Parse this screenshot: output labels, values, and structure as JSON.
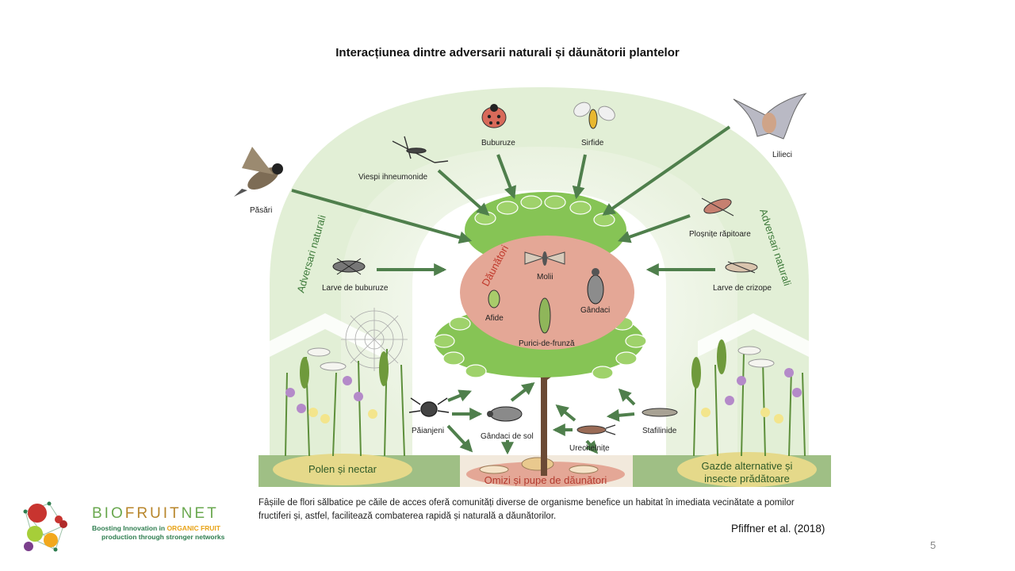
{
  "title": "Interacțiunea dintre adversarii naturali și dăunătorii plantelor",
  "side_label_left": "Adversari naturali",
  "side_label_right": "Adversari naturali",
  "natural_enemies": {
    "pasari": "Păsări",
    "viespi": "Viespi ihneumonide",
    "buburuze": "Buburuze",
    "sirfide": "Sirfide",
    "lilieci": "Lilieci",
    "plosnite": "Ploșnițe răpitoare",
    "larve_buburuze": "Larve de buburuze",
    "larve_crizope": "Larve de crizope",
    "paianjeni": "Păianjeni",
    "gandaci_sol": "Gândaci de sol",
    "urechelnite": "Urechelnițe",
    "stafilinide": "Stafilinide"
  },
  "pests": {
    "title": "Dăunători",
    "molii": "Molii",
    "afide": "Afide",
    "gandaci": "Gândaci",
    "purici": "Purici-de-frunză"
  },
  "base": {
    "left": "Polen și nectar",
    "center": "Omizi și pupe de dăunători",
    "right_line1": "Gazde alternative și",
    "right_line2": "insecte prădătoare"
  },
  "caption": {
    "line1": "Fâșiile de flori sălbatice pe căile de acces oferă comunități diverse de organisme benefice un habitat în imediata vecinătate a pomilor",
    "line2": "fructiferi și, astfel, facilitează combaterea rapidă și naturală a dăunătorilor."
  },
  "citation": "Pfiffner et al. (2018)",
  "page_number": "5",
  "logo": {
    "brand_part1": "BIO",
    "brand_part2": "FRUIT",
    "brand_part3": "NET",
    "tagline1_a": "Boosting Innovation in ",
    "tagline1_b": "ORGANIC FRUIT",
    "tagline2": "production through stronger networks"
  },
  "colors": {
    "arrow": "#4f7f4c",
    "arch": "#dcebcf",
    "tree": "#86c455",
    "pest_ellipse": "#e4a796",
    "label_green": "#3d7a3a",
    "label_red": "#c0392b"
  }
}
